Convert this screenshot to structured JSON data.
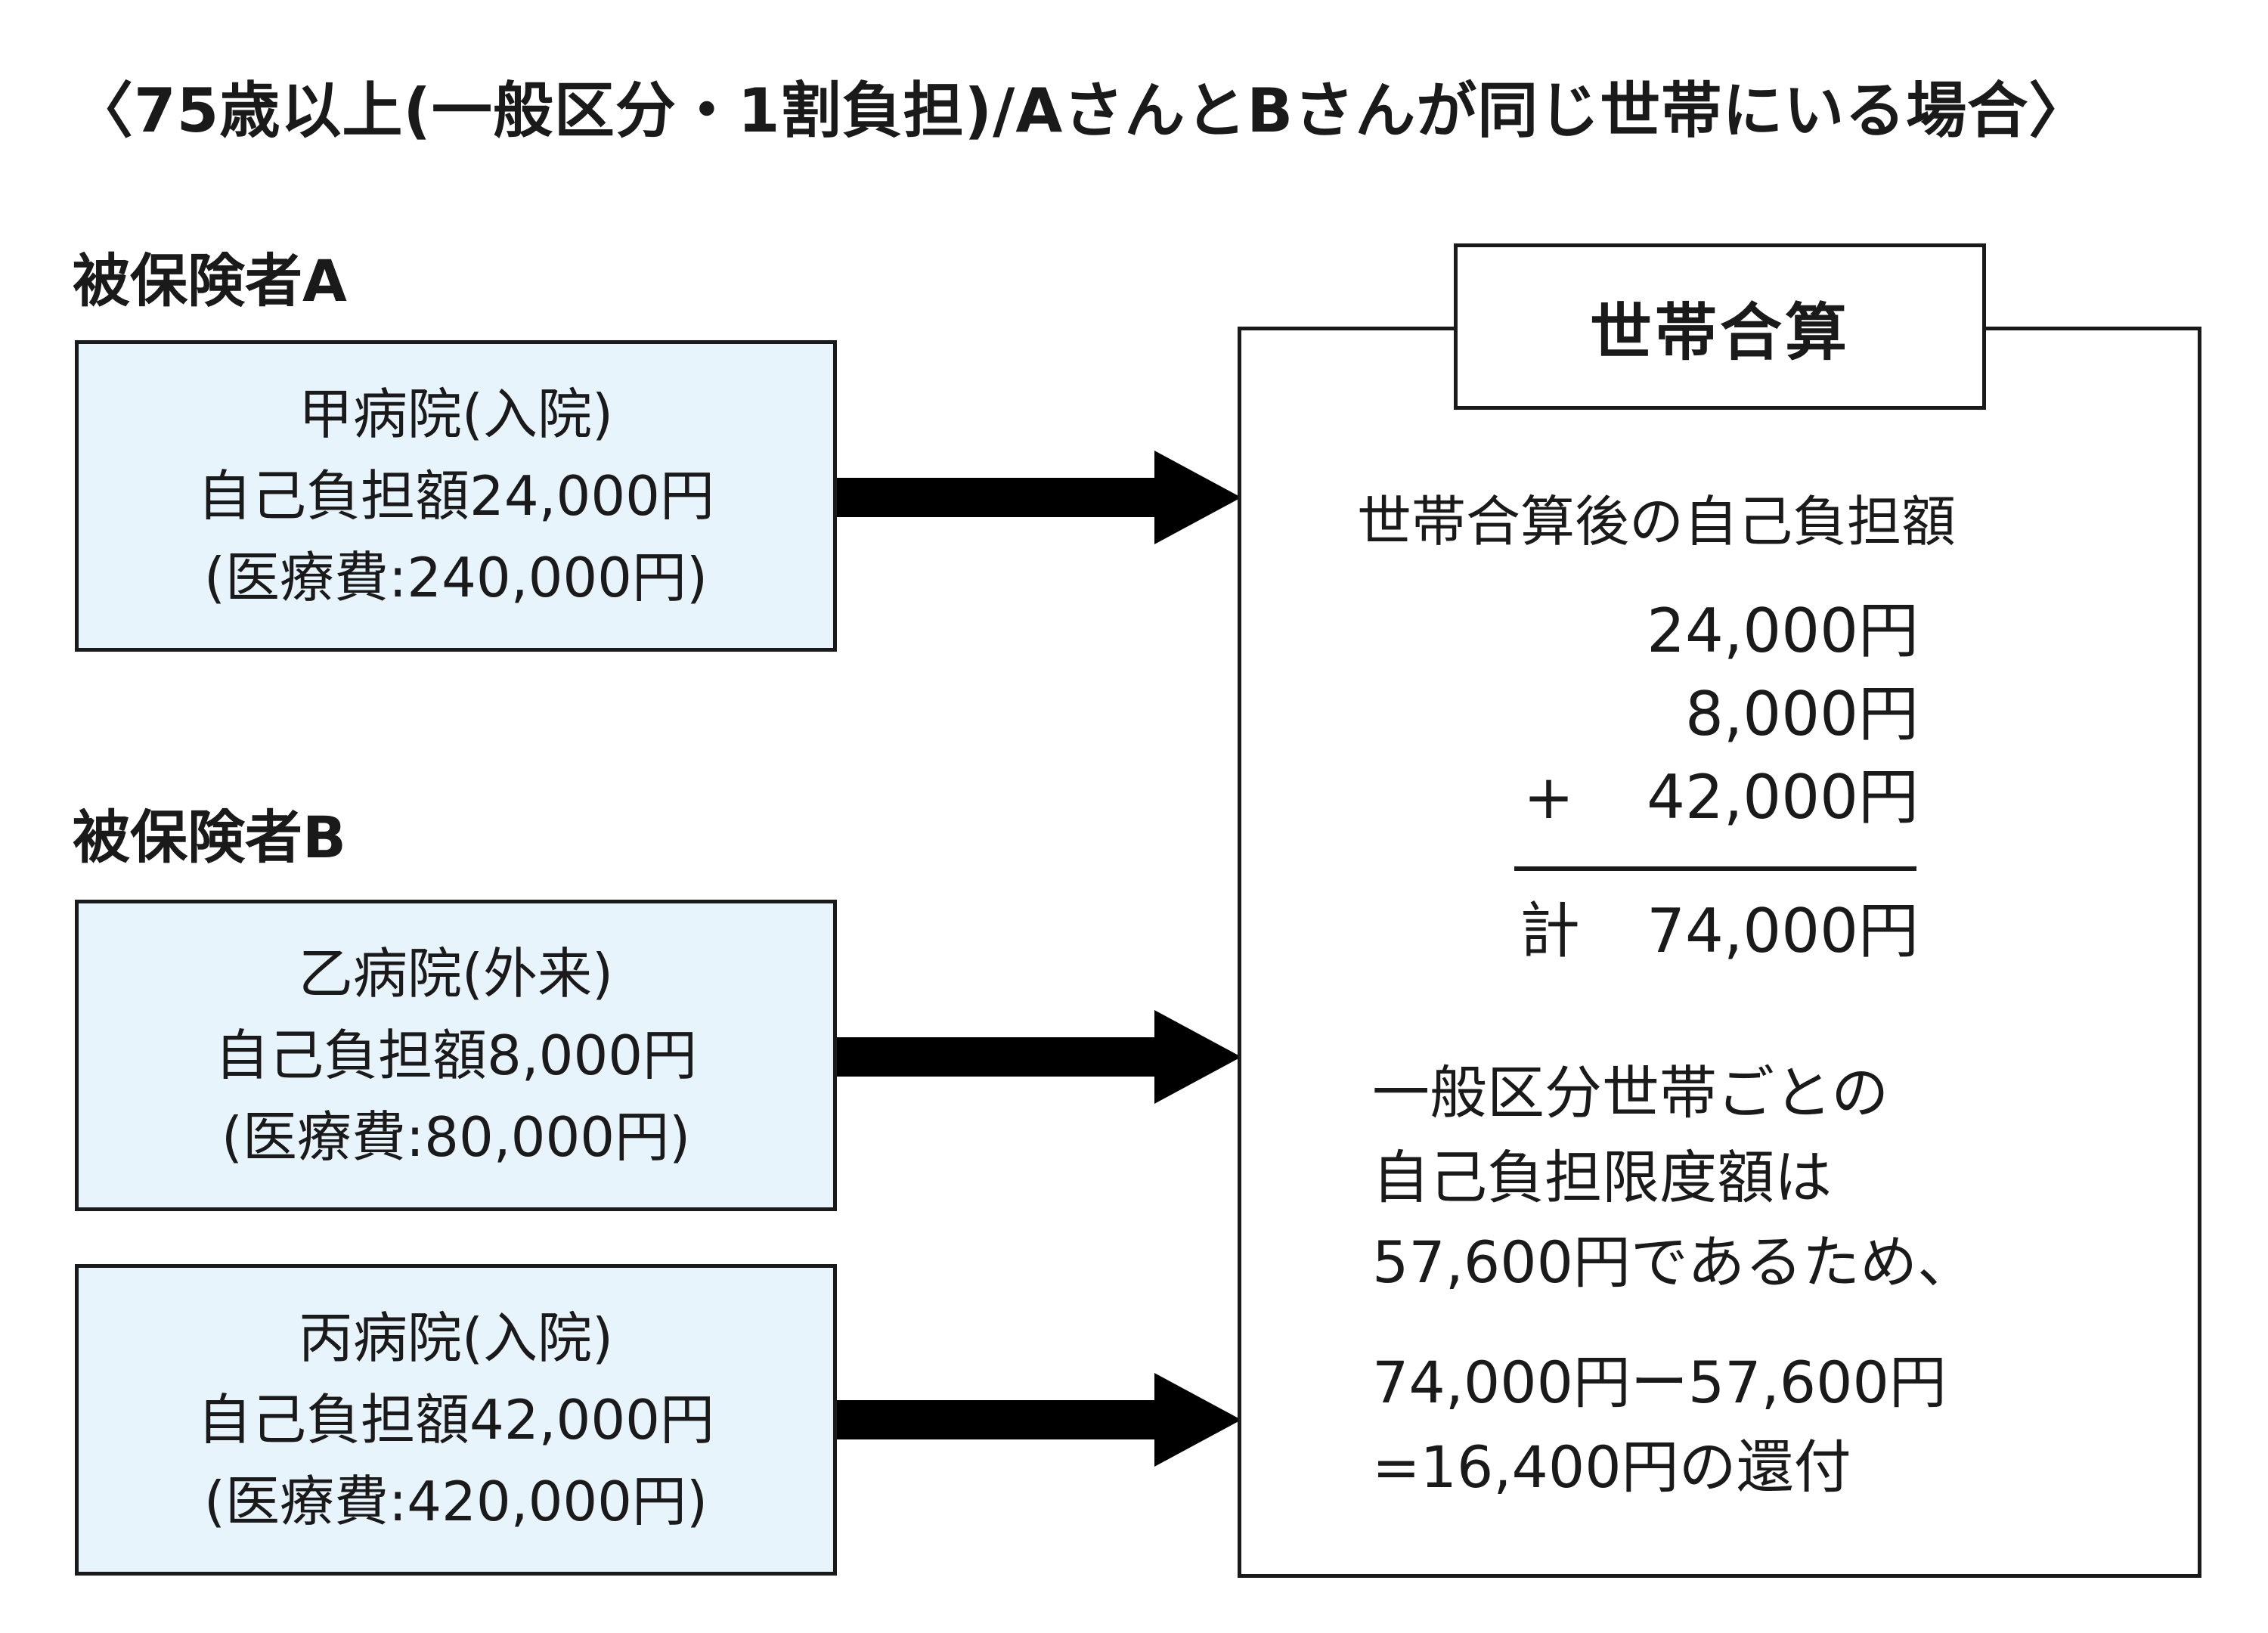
{
  "title": "〈75歳以上(一般区分・1割負担)/AさんとBさんが同じ世帯にいる場合〉",
  "insured_a": {
    "label": "被保険者A",
    "hospitals": [
      {
        "name": "甲病院(入院)",
        "copay": "自己負担額24,000円",
        "medical_cost": "(医療費:240,000円)"
      }
    ]
  },
  "insured_b": {
    "label": "被保険者B",
    "hospitals": [
      {
        "name": "乙病院(外来)",
        "copay": "自己負担額8,000円",
        "medical_cost": "(医療費:80,000円)"
      },
      {
        "name": "丙病院(入院)",
        "copay": "自己負担額42,000円",
        "medical_cost": "(医療費:420,000円)"
      }
    ]
  },
  "household": {
    "header": "世帯合算",
    "after_label": "世帯合算後の自己負担額",
    "amounts": [
      "24,000円",
      "8,000円",
      "42,000円"
    ],
    "plus": "+",
    "total_label": "計",
    "total": "74,000円",
    "notes": [
      "一般区分世帯ごとの",
      "自己負担限度額は",
      "57,600円であるため、"
    ],
    "calculation": [
      "74,000円ー57,600円",
      "=16,400円の還付"
    ]
  },
  "colors": {
    "box_fill": "#e8f4fb",
    "border": "#1a1a1a",
    "arrow": "#000000"
  }
}
